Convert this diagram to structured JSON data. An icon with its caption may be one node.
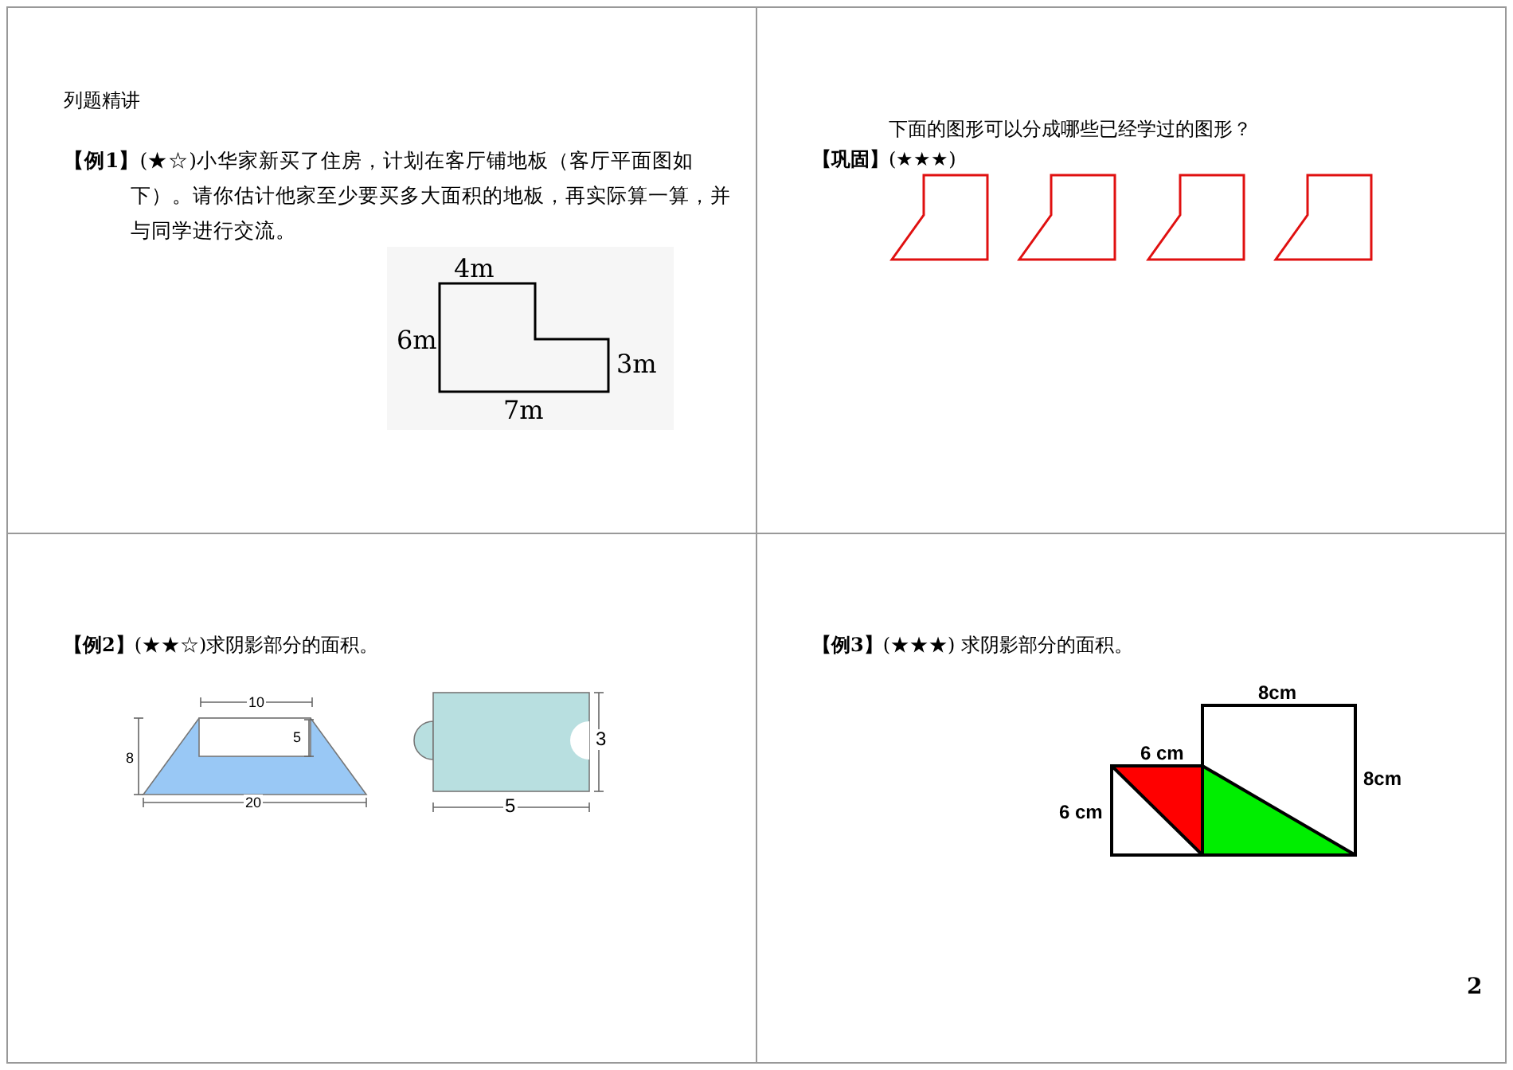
{
  "diagram": {
    "labels": [
      "列题精讲",
      "**【例1】**(★☆)小华家新买了住房，计划在客厅铺地板（客厅平面图如下）。请你估计他家至少要买多大面积的地板，再实际算一算，并与同学进行交流。",
      "4m",
      "6m",
      "3m",
      "7m",
      "**【巩固】**(★★★)",
      "下面的图形可以分成哪些已经学过的图形？",
      "**【例2】**(★★☆)求阴影部分的面积。",
      "10",
      "5",
      "8",
      "20",
      "3",
      "5",
      "**【例3】**(★★★) 求阴影部分的面积。",
      "8cm",
      "6 cm",
      "8cm",
      "6 cm",
      "2"
    ]
  }
}
